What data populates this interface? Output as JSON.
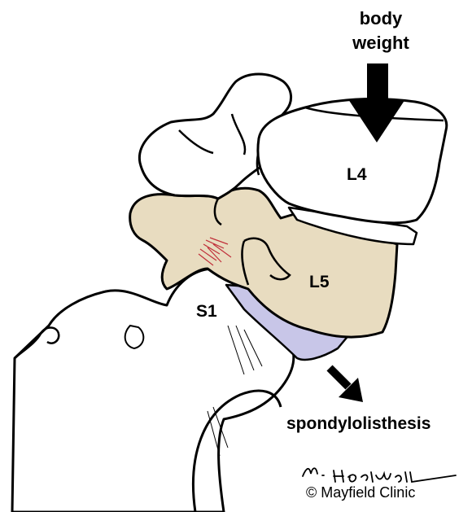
{
  "labels": {
    "body_weight": "body\nweight",
    "l4": "L4",
    "l5": "L5",
    "s1": "S1",
    "spondylolisthesis": "spondylolisthesis"
  },
  "credit": {
    "signature": "M. Headworth",
    "copyright_symbol": "©",
    "organization": "Mayfield Clinic"
  },
  "colors": {
    "healthy_bone": "#ffffff",
    "affected_vertebra": "#e8dcc0",
    "slipped_disc": "#c8c6e8",
    "fracture": "#c0303a",
    "outline": "#000000"
  }
}
